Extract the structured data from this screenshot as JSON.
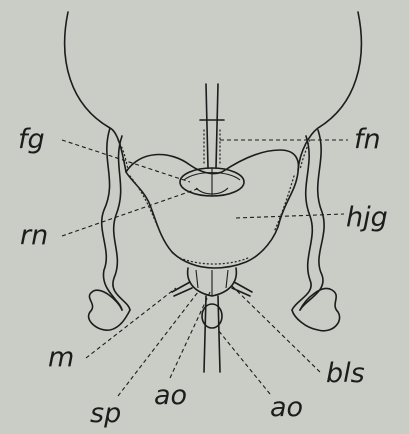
{
  "labels": {
    "fg": "fg",
    "fn": "fn",
    "rn": "rn",
    "hjg": "hjg",
    "m": "m",
    "bls": "bls",
    "sp": "sp",
    "ao_left": "ao",
    "ao_right": "ao"
  },
  "colors": {
    "background": "#c9cdc5",
    "ink": "#1c1c1c"
  }
}
